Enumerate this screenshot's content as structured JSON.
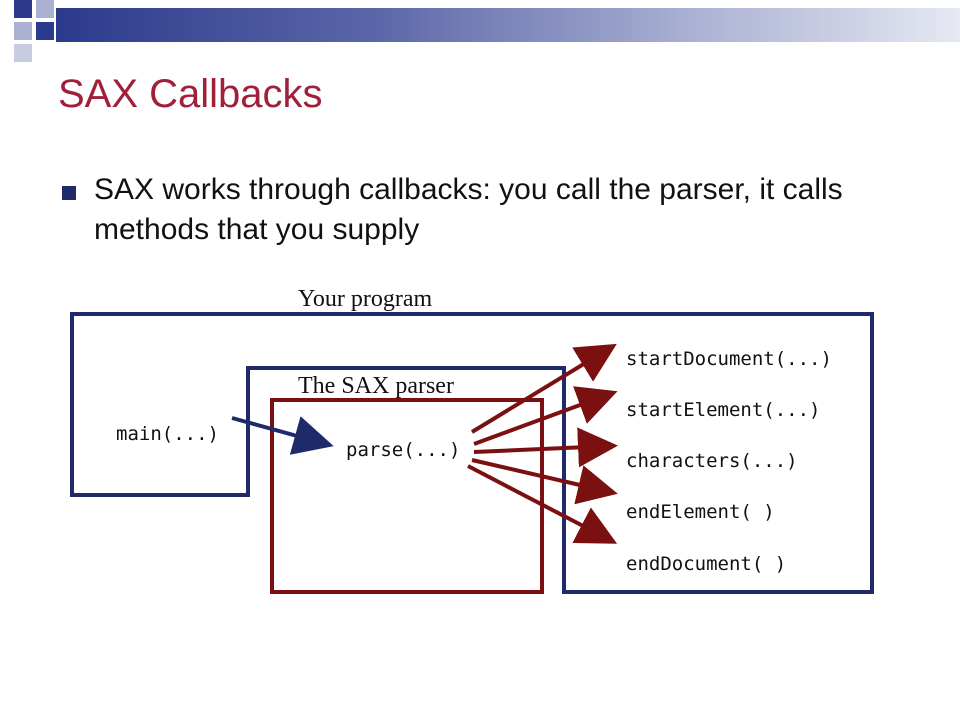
{
  "slide": {
    "title": "SAX Callbacks",
    "bullet": "SAX works through callbacks: you call the parser, it calls methods that you supply"
  },
  "diagram": {
    "outer_label": "Your program",
    "inner_label": "The SAX parser",
    "main_call": "main(...)",
    "parse_call": "parse(...)",
    "callbacks": [
      "startDocument(...)",
      "startElement(...)",
      "characters(...)",
      "endElement( )",
      "endDocument( )"
    ]
  },
  "colors": {
    "title": "#a0203a",
    "program_box": "#1f2a6b",
    "parser_box": "#7a1010",
    "arrow_blue": "#1f2a6b",
    "arrow_red": "#7a1010"
  }
}
